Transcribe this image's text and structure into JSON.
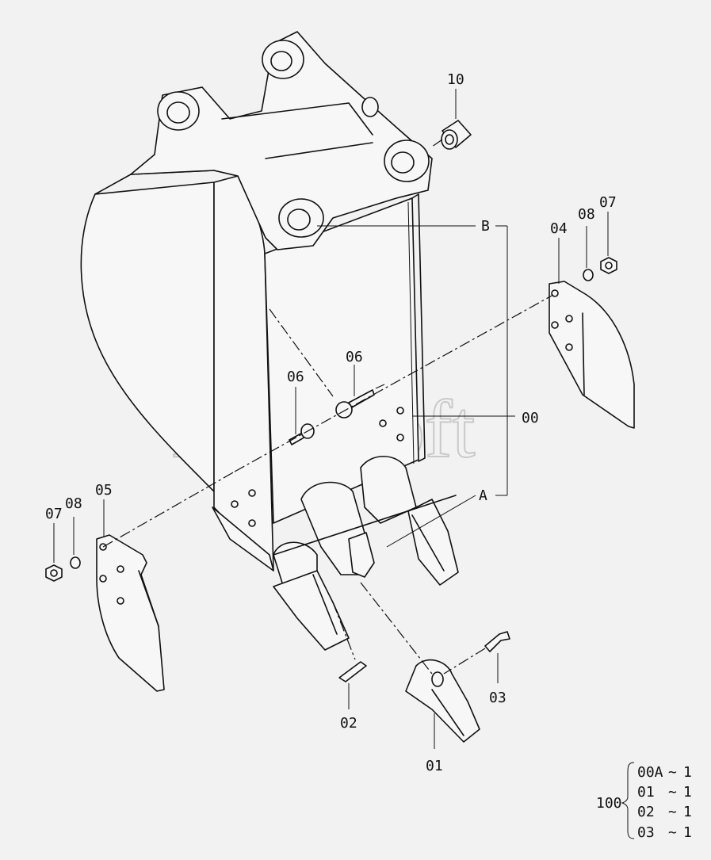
{
  "watermark": "AutoSoft",
  "callouts": {
    "c10": "10",
    "b": "B",
    "a": "A",
    "c00": "00",
    "c04": "04",
    "c08_right": "08",
    "c07_right": "07",
    "c06_top": "06",
    "c06_left": "06",
    "c05": "05",
    "c08_left": "08",
    "c07_left": "07",
    "c02": "02",
    "c01": "01",
    "c03": "03"
  },
  "parts_table": {
    "assembly": "100",
    "rows": [
      {
        "part": "00A",
        "sep": "~",
        "qty": "1"
      },
      {
        "part": "01",
        "sep": "~",
        "qty": "1"
      },
      {
        "part": "02",
        "sep": "~",
        "qty": "1"
      },
      {
        "part": "03",
        "sep": "~",
        "qty": "1"
      }
    ]
  }
}
